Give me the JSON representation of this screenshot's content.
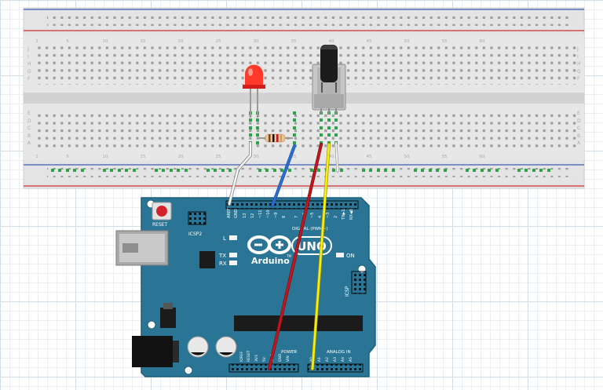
{
  "colors": {
    "board": "#2a7595",
    "breadboard": "#e4e4e4",
    "rail_blue": "#3e5ab8",
    "rail_red": "#cf2f2f",
    "hole_connected": "#2fa24c",
    "led": "#ff3a2a",
    "wire_white": "#f4f4f4",
    "wire_blue": "#2a6fd6",
    "wire_red": "#c4161c",
    "wire_yellow": "#f7ef10"
  },
  "icons": {
    "reset_button": "reset-button-icon",
    "usb": "usb-port-icon",
    "power_jack": "power-jack-icon",
    "logo": "arduino-infinity-logo-icon"
  },
  "board": {
    "reset_label": "RESET",
    "icsp2_label": "ICSP2",
    "icsp_label": "ICSP",
    "l_label": "L",
    "tx_label": "TX",
    "rx_label": "RX",
    "on_label": "ON",
    "brand": "Arduino",
    "tm": "TM",
    "model": "UNO",
    "digital_label": "DIGITAL (PWM~)",
    "power_label": "POWER",
    "analog_label": "ANALOG IN",
    "aref": "AREF",
    "gnd": "GND",
    "digital_pins": [
      "13",
      "12",
      "~11",
      "~10",
      "~9",
      "8",
      "7",
      "~6",
      "~5",
      "4",
      "~3",
      "2",
      "TX▶1",
      "RX◀0"
    ],
    "power_pins": [
      "IOREF",
      "RESET",
      "3V3",
      "5V",
      "GND",
      "GND",
      "VIN"
    ],
    "analog_pins": [
      "A0",
      "A1",
      "A2",
      "A3",
      "A4",
      "A5"
    ]
  },
  "breadboard": {
    "row_letters_top": [
      "J",
      "I",
      "H",
      "G",
      "F"
    ],
    "row_letters_bottom": [
      "E",
      "D",
      "C",
      "B",
      "A"
    ],
    "column_numbers": [
      "1",
      "5",
      "10",
      "15",
      "20",
      "25",
      "30",
      "35",
      "40",
      "45",
      "50",
      "55",
      "60"
    ]
  }
}
